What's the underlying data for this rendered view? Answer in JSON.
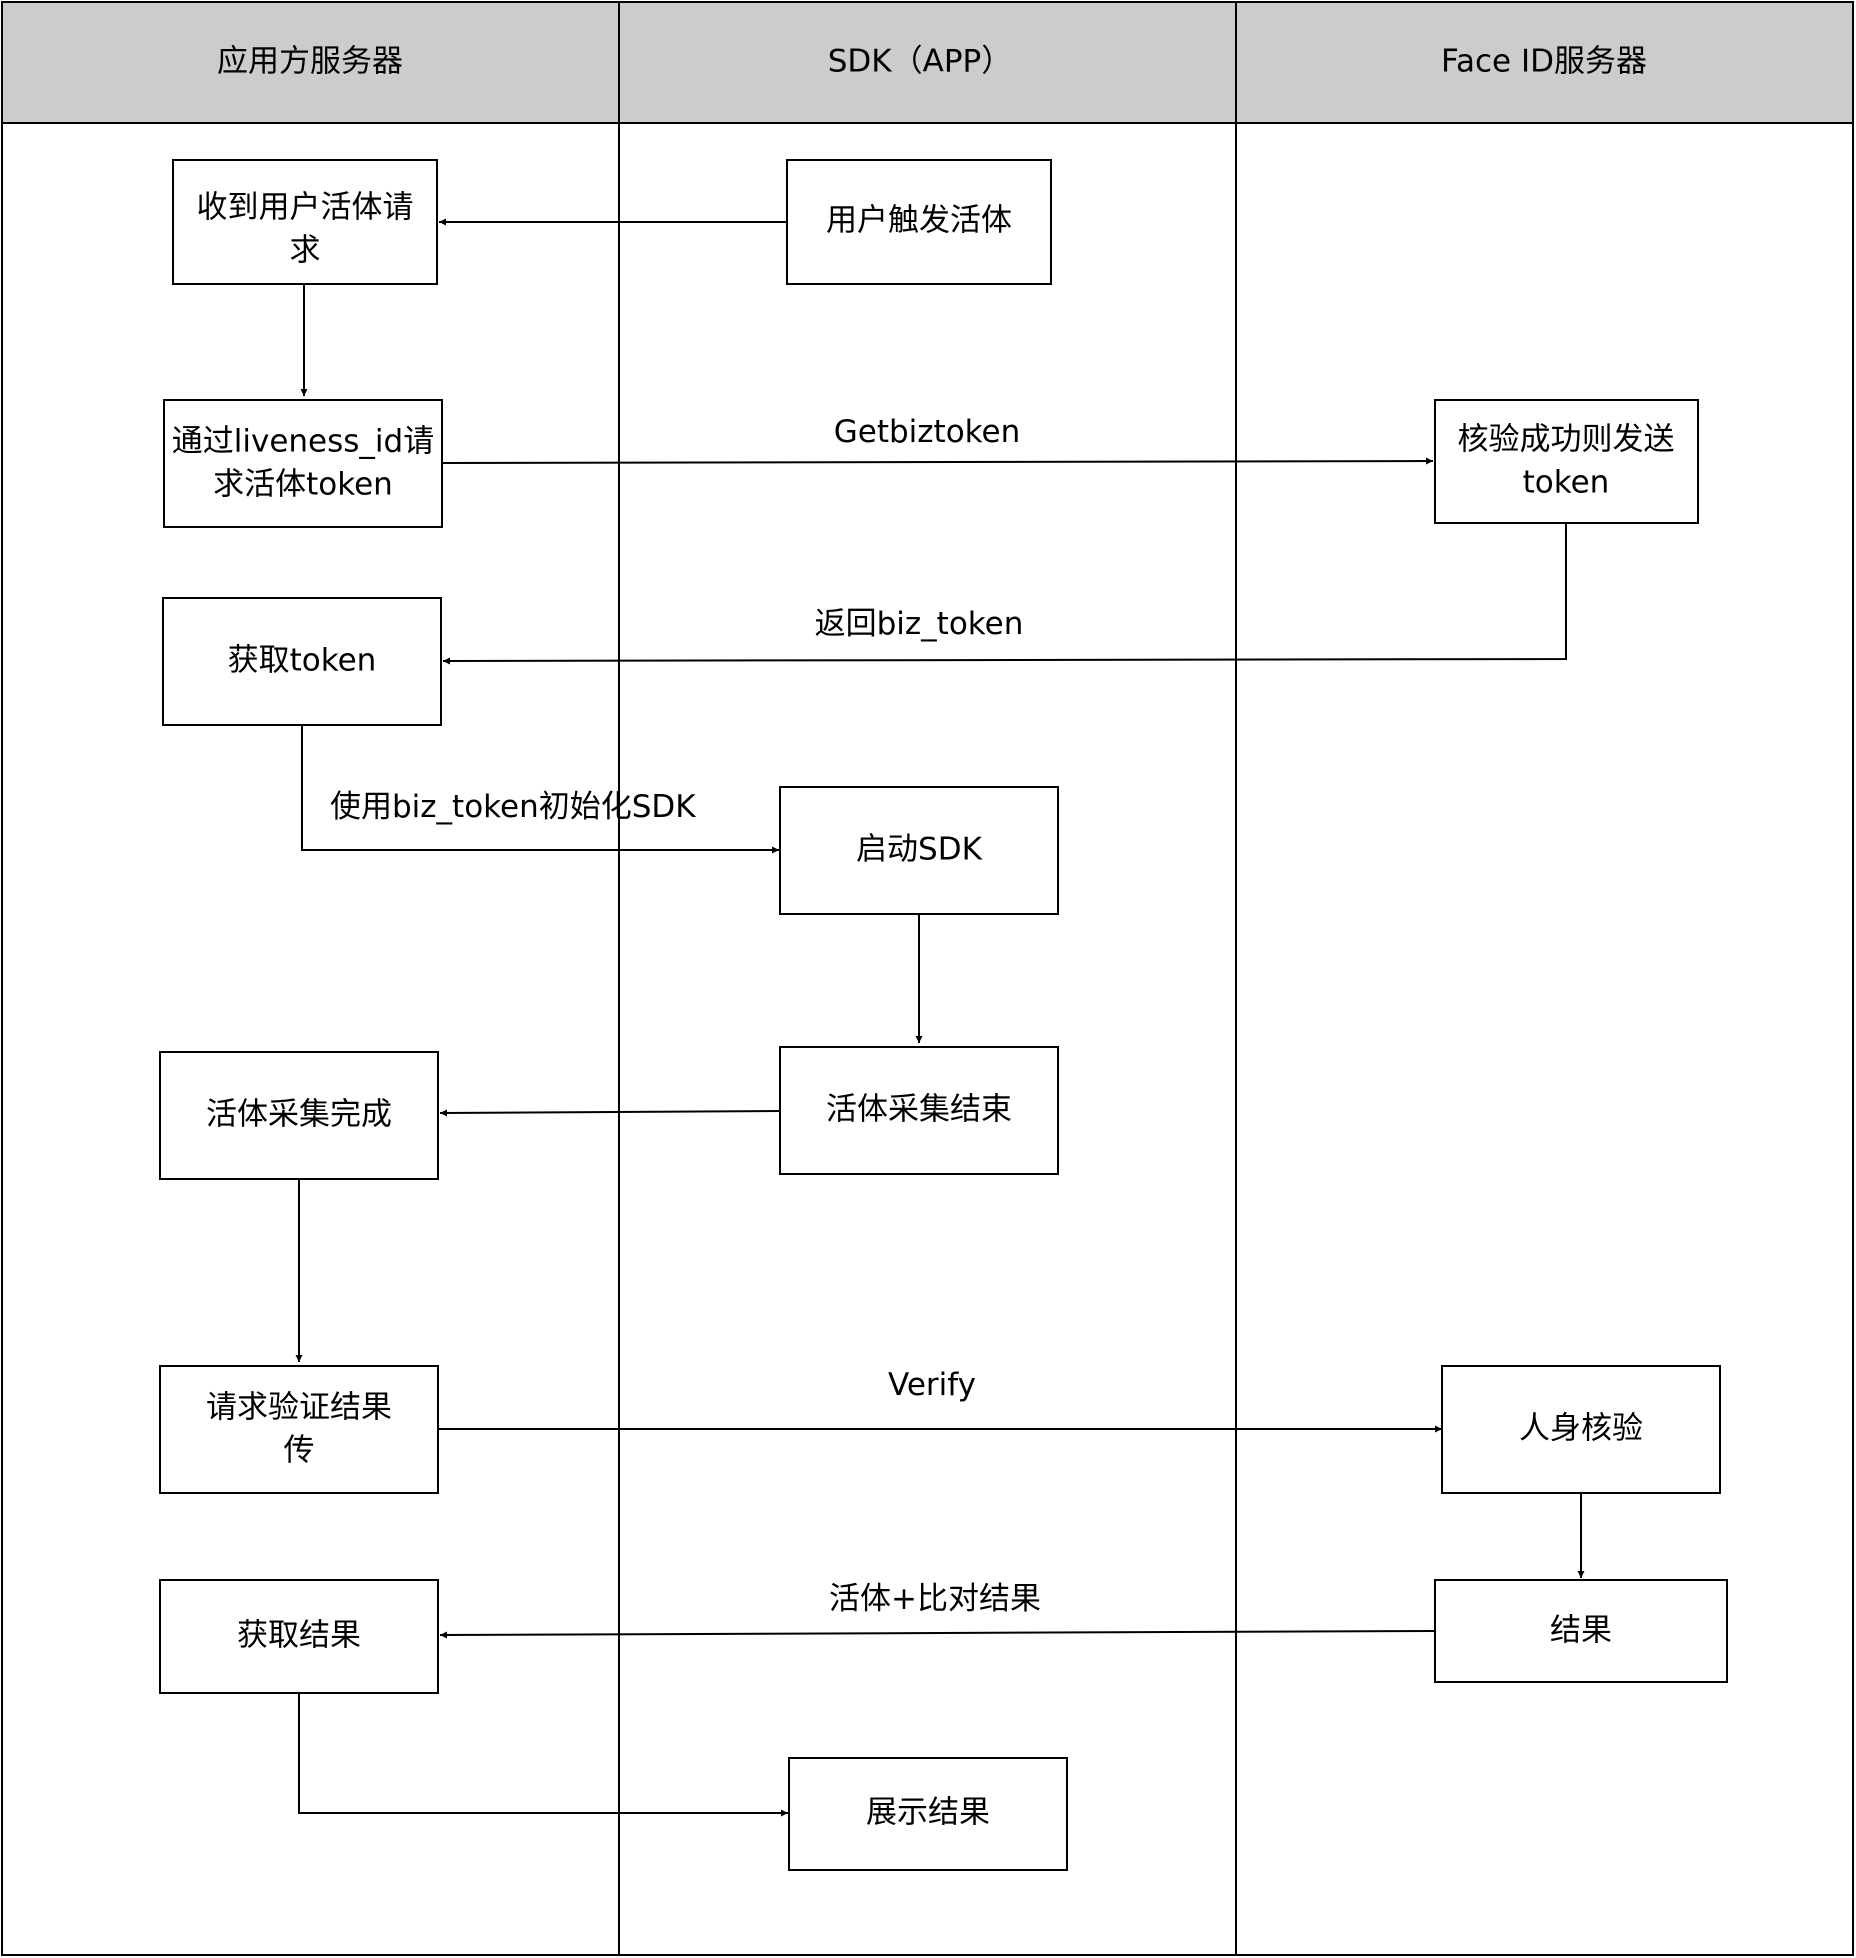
{
  "lanes": [
    {
      "id": "app_server",
      "label": "应用方服务器"
    },
    {
      "id": "sdk",
      "label": "SDK（APP）"
    },
    {
      "id": "faceid",
      "label": "Face ID服务器"
    }
  ],
  "nodes": {
    "recv_request": {
      "lines": [
        "收到用户活体请",
        "求"
      ]
    },
    "user_trigger": {
      "lines": [
        "用户触发活体"
      ]
    },
    "request_token": {
      "lines": [
        "通过liveness_id请",
        "求活体token"
      ]
    },
    "verify_send_token": {
      "lines": [
        "核验成功则发送",
        "token"
      ]
    },
    "get_token": {
      "lines": [
        "获取token"
      ]
    },
    "start_sdk": {
      "lines": [
        "启动SDK"
      ]
    },
    "liveness_done": {
      "lines": [
        "活体采集完成"
      ]
    },
    "liveness_end": {
      "lines": [
        "活体采集结束"
      ]
    },
    "request_verify": {
      "lines": [
        "请求验证结果",
        "传"
      ]
    },
    "identity_verify": {
      "lines": [
        "人身核验"
      ]
    },
    "get_result": {
      "lines": [
        "获取结果"
      ]
    },
    "result": {
      "lines": [
        "结果"
      ]
    },
    "show_result": {
      "lines": [
        "展示结果"
      ]
    }
  },
  "edges": [
    {
      "id": "user_trigger_to_recv",
      "from": "user_trigger",
      "to": "recv_request",
      "label": ""
    },
    {
      "id": "recv_to_request_token",
      "from": "recv_request",
      "to": "request_token",
      "label": ""
    },
    {
      "id": "getbiztoken",
      "from": "request_token",
      "to": "verify_send_token",
      "label": "Getbiztoken"
    },
    {
      "id": "return_biz_token",
      "from": "verify_send_token",
      "to": "get_token",
      "label": "返回biz_token"
    },
    {
      "id": "init_sdk",
      "from": "get_token",
      "to": "start_sdk",
      "label": "使用biz_token初始化SDK"
    },
    {
      "id": "start_to_end",
      "from": "start_sdk",
      "to": "liveness_end",
      "label": ""
    },
    {
      "id": "end_to_done",
      "from": "liveness_end",
      "to": "liveness_done",
      "label": ""
    },
    {
      "id": "done_to_request_verify",
      "from": "liveness_done",
      "to": "request_verify",
      "label": ""
    },
    {
      "id": "verify",
      "from": "request_verify",
      "to": "identity_verify",
      "label": "Verify"
    },
    {
      "id": "identity_to_result",
      "from": "identity_verify",
      "to": "result",
      "label": ""
    },
    {
      "id": "liveness_compare_result",
      "from": "result",
      "to": "get_result",
      "label": "活体+比对结果"
    },
    {
      "id": "get_to_show",
      "from": "get_result",
      "to": "show_result",
      "label": ""
    }
  ]
}
